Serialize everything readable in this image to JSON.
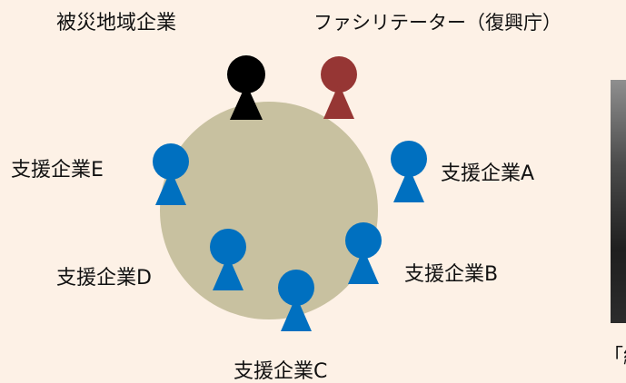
{
  "labels": {
    "host": "被災地域企業",
    "facilitator": "ファシリテーター（復興庁）",
    "support_a": "支援企業A",
    "support_b": "支援企業B",
    "support_c": "支援企業C",
    "support_d": "支援企業D",
    "support_e": "支援企業E"
  },
  "photo_caption": "「綿",
  "colors": {
    "background": "#fdf1e6",
    "table": "#c8c1a0",
    "host": "#000000",
    "facilitator": "#963634",
    "support": "#0070c0"
  }
}
